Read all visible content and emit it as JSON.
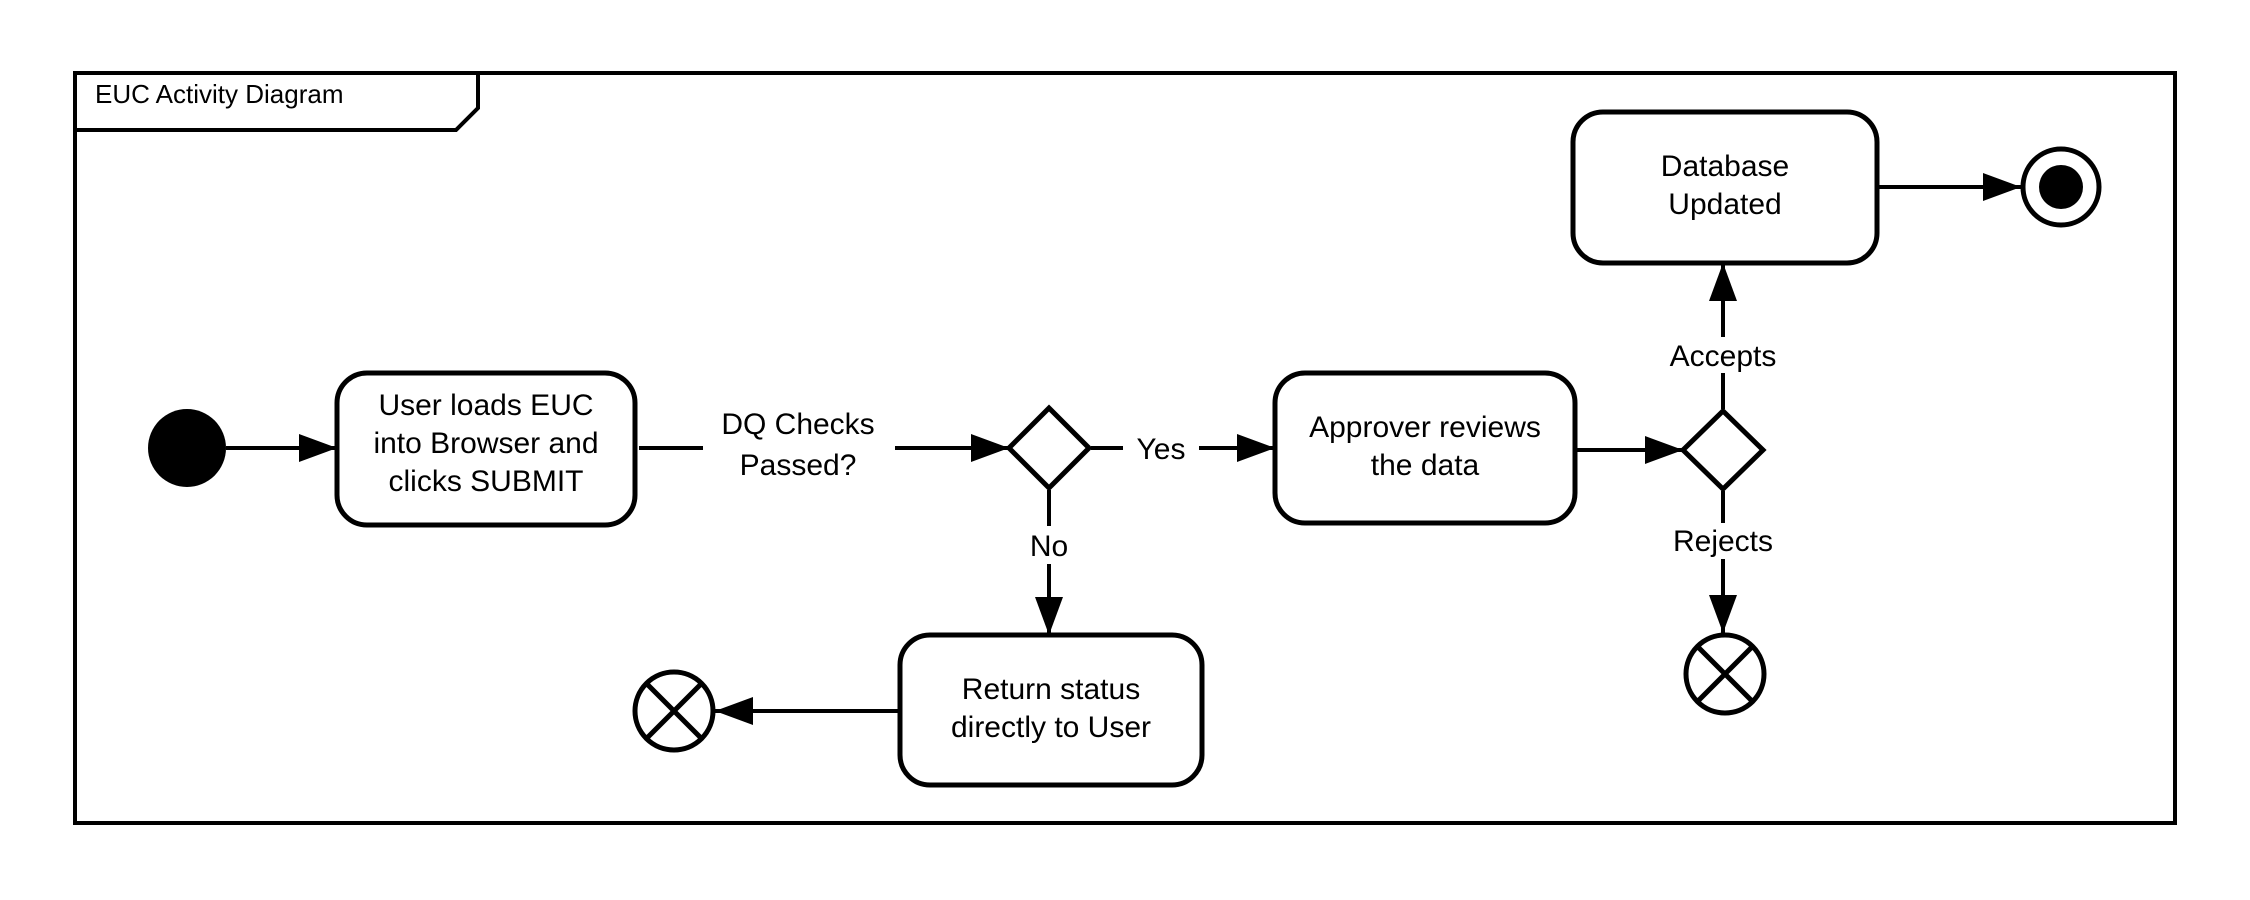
{
  "diagram": {
    "title": "EUC Activity Diagram",
    "colors": {
      "stroke": "#000000",
      "fill": "#ffffff",
      "text": "#000000"
    },
    "nodes": {
      "start": {
        "type": "initial-node"
      },
      "load_euc": {
        "type": "action",
        "lines": [
          "User loads EUC",
          "into Browser and",
          "clicks SUBMIT"
        ]
      },
      "dq_decision": {
        "type": "decision"
      },
      "approver": {
        "type": "action",
        "lines": [
          "Approver reviews",
          "the data"
        ]
      },
      "review_decision": {
        "type": "decision"
      },
      "db_updated": {
        "type": "action",
        "lines": [
          "Database",
          "Updated"
        ]
      },
      "return_status": {
        "type": "action",
        "lines": [
          "Return status",
          "directly to User"
        ]
      },
      "end": {
        "type": "activity-final-node"
      },
      "flow_final_left": {
        "type": "flow-final-node"
      },
      "flow_final_right": {
        "type": "flow-final-node"
      }
    },
    "edge_labels": {
      "dq_line1": "DQ Checks",
      "dq_line2": "Passed?",
      "yes": "Yes",
      "no": "No",
      "accepts": "Accepts",
      "rejects": "Rejects"
    }
  }
}
